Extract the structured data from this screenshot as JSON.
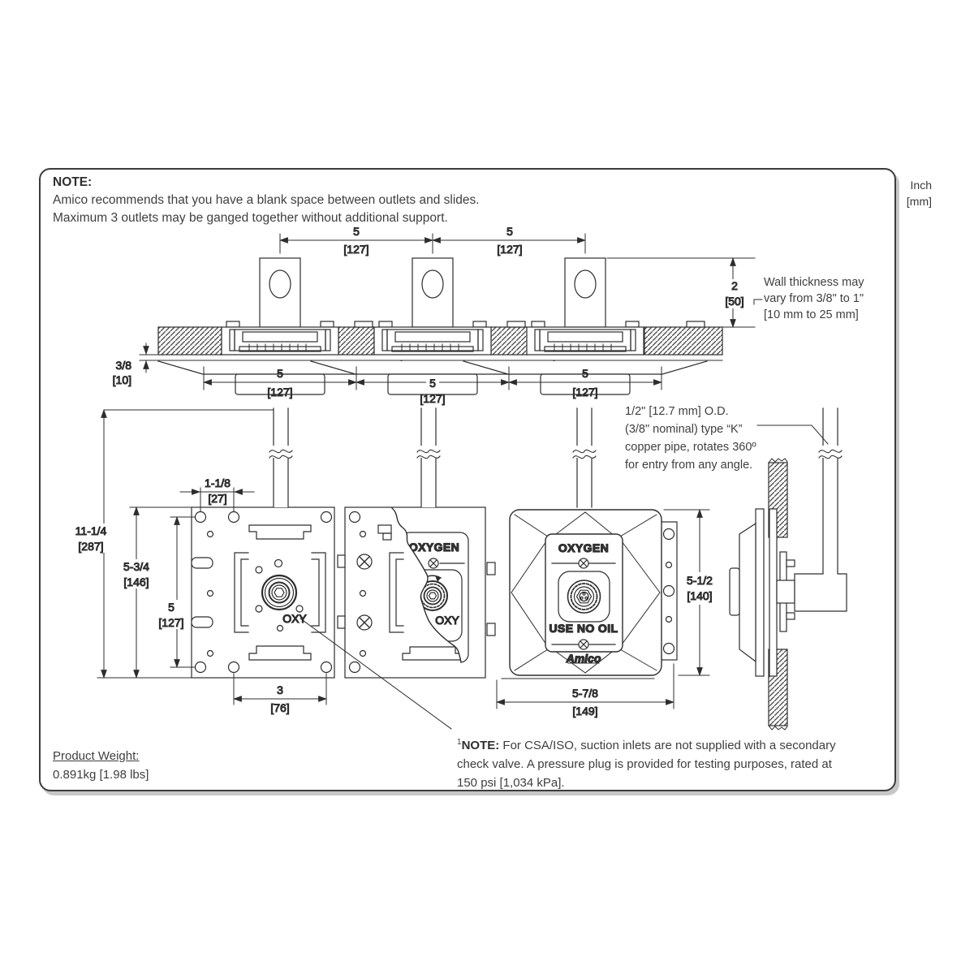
{
  "units": {
    "line1": "Inch",
    "line2": "[mm]"
  },
  "top_note": {
    "title": "NOTE:",
    "line1": "Amico recommends that you have a blank space between outlets and slides.",
    "line2": "Maximum 3 outlets may be ganged together without additional support."
  },
  "wall_note": {
    "line1": "Wall thickness may",
    "line2": "vary from 3/8\" to 1\"",
    "line3": "[10 mm to 25 mm]"
  },
  "pipe_note": {
    "line1": "1/2\" [12.7 mm] O.D.",
    "line2": "(3/8\" nominal) type “K”",
    "line3": "copper pipe, rotates 360º",
    "line4": "for entry from any angle."
  },
  "product_weight": {
    "label": "Product Weight:",
    "value": "0.891kg [1.98 lbs]"
  },
  "bottom_note": {
    "sup": "1",
    "label": "NOTE:",
    "line1_rest": " For CSA/ISO, suction inlets are not supplied with a secondary",
    "line2": "check valve. A pressure plug is provided for testing purposes, rated at",
    "line3": "150 psi [1,034 kPa]."
  },
  "dims": {
    "d5": {
      "in": "5",
      "mm": "[127]"
    },
    "d2": {
      "in": "2",
      "mm": "[50]"
    },
    "d3_8": {
      "in": "3/8",
      "mm": "[10]"
    },
    "d1_1_8": {
      "in": "1-1/8",
      "mm": "[27]"
    },
    "d11_1_4": {
      "in": "11-1/4",
      "mm": "[287]"
    },
    "d5_3_4": {
      "in": "5-3/4",
      "mm": "[146]"
    },
    "d3": {
      "in": "3",
      "mm": "[76]"
    },
    "d5_1_2": {
      "in": "5-1/2",
      "mm": "[140]"
    },
    "d5_7_8": {
      "in": "5-7/8",
      "mm": "[149]"
    }
  },
  "labels": {
    "oxygen": "OXYGEN",
    "oxy": "OXY",
    "use_no_oil": "USE NO OIL",
    "amico": "Amico"
  },
  "colors": {
    "line": "#2d2d2d",
    "text": "#3e3e3e",
    "background": "#ffffff",
    "border": "#3c3c3c"
  }
}
